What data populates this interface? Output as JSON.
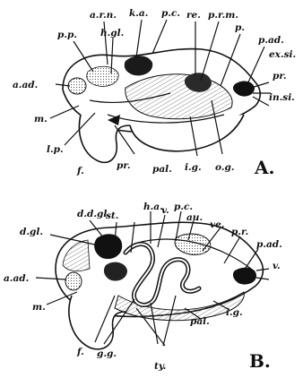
{
  "figure_a": {
    "panel_letter": "A.",
    "labels": {
      "a_r_n": "a.r.n.",
      "p_p": "p.p.",
      "h_gl": "h.gl.",
      "k_a": "k.a.",
      "p_c": "p.c.",
      "re": "re.",
      "p_r_m": "p.r.m.",
      "p": "p.",
      "p_ad": "p.ad.",
      "ex_si": "ex.si.",
      "pr_right": "pr.",
      "in_si": "in.si.",
      "a_ad": "a.ad.",
      "m": "m.",
      "l_p": "l.p.",
      "f": "f.",
      "pr_bottom": "pr.",
      "pal": "pal.",
      "i_g": "i.g.",
      "o_g": "o.g."
    }
  },
  "figure_b": {
    "panel_letter": "B.",
    "labels": {
      "d_d_gl": "d.d.gl.",
      "st": "st.",
      "h_a": "h.a.",
      "v": "v.",
      "p_c": "p.c.",
      "au": "au.",
      "d_gl": "d.gl.",
      "ve": "ve.",
      "p_r": "p.r.",
      "p_ad": "p.ad.",
      "v_right": "v.",
      "a_ad": "a.ad.",
      "m": "m.",
      "i_g": "i.g.",
      "f": "f.",
      "g_g": "g.g.",
      "pal": "pal.",
      "ty": "ty."
    }
  }
}
